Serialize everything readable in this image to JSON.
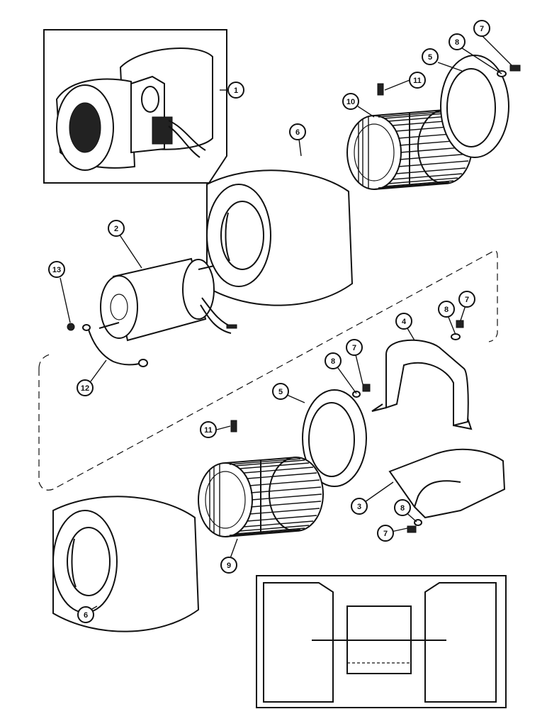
{
  "callouts": [
    {
      "id": "c1",
      "label": "1"
    },
    {
      "id": "c2",
      "label": "2"
    },
    {
      "id": "c3",
      "label": "3"
    },
    {
      "id": "c4",
      "label": "4"
    },
    {
      "id": "c5a",
      "label": "5"
    },
    {
      "id": "c5b",
      "label": "5"
    },
    {
      "id": "c6a",
      "label": "6"
    },
    {
      "id": "c6b",
      "label": "6"
    },
    {
      "id": "c7a",
      "label": "7"
    },
    {
      "id": "c7b",
      "label": "7"
    },
    {
      "id": "c7c",
      "label": "7"
    },
    {
      "id": "c7d",
      "label": "7"
    },
    {
      "id": "c8a",
      "label": "8"
    },
    {
      "id": "c8b",
      "label": "8"
    },
    {
      "id": "c8c",
      "label": "8"
    },
    {
      "id": "c8d",
      "label": "8"
    },
    {
      "id": "c9",
      "label": "9"
    },
    {
      "id": "c10",
      "label": "10"
    },
    {
      "id": "c11a",
      "label": "11"
    },
    {
      "id": "c11b",
      "label": "11"
    },
    {
      "id": "c12",
      "label": "12"
    },
    {
      "id": "c13",
      "label": "13"
    }
  ]
}
